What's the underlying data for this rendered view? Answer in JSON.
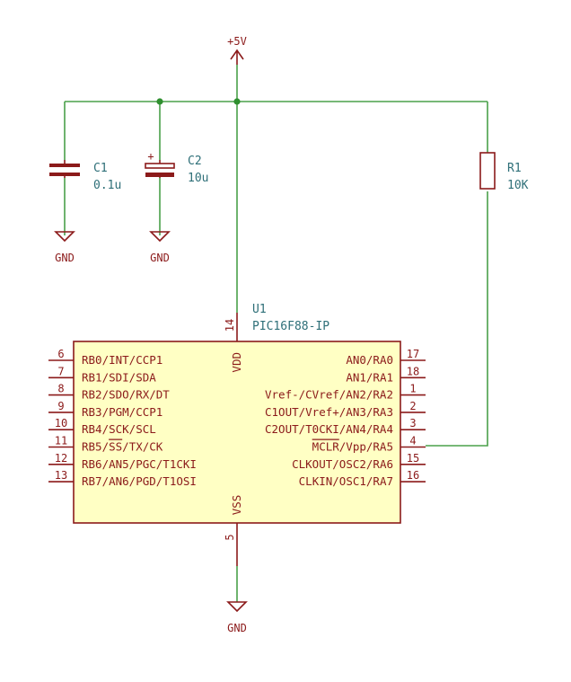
{
  "power": {
    "vcc": "+5V",
    "gnd_c1": "GND",
    "gnd_c2": "GND",
    "gnd_u1": "GND"
  },
  "c1": {
    "ref": "C1",
    "value": "0.1u"
  },
  "c2": {
    "ref": "C2",
    "value": "10u",
    "polarity": "+"
  },
  "r1": {
    "ref": "R1",
    "value": "10K"
  },
  "u1": {
    "ref": "U1",
    "value": "PIC16F88-IP",
    "top_pin": {
      "name": "VDD",
      "number": "14"
    },
    "bottom_pin": {
      "name": "VSS",
      "number": "5"
    },
    "left_pins": [
      {
        "number": "6",
        "name": "RB0/INT/CCP1"
      },
      {
        "number": "7",
        "name": "RB1/SDI/SDA"
      },
      {
        "number": "8",
        "name": "RB2/SDO/RX/DT"
      },
      {
        "number": "9",
        "name": "RB3/PGM/CCP1"
      },
      {
        "number": "10",
        "name": "RB4/SCK/SCL"
      },
      {
        "number": "11",
        "name": "RB5/SS/TX/CK"
      },
      {
        "number": "12",
        "name": "RB6/AN5/PGC/T1CKI"
      },
      {
        "number": "13",
        "name": "RB7/AN6/PGD/T1OSI"
      }
    ],
    "right_pins": [
      {
        "number": "17",
        "name": "AN0/RA0"
      },
      {
        "number": "18",
        "name": "AN1/RA1"
      },
      {
        "number": "1",
        "name": "Vref-/CVref/AN2/RA2"
      },
      {
        "number": "2",
        "name": "C1OUT/Vref+/AN3/RA3"
      },
      {
        "number": "3",
        "name": "C2OUT/T0CKI/AN4/RA4"
      },
      {
        "number": "4",
        "name": "MCLR/Vpp/RA5"
      },
      {
        "number": "15",
        "name": "CLKOUT/OSC2/RA6"
      },
      {
        "number": "16",
        "name": "CLKIN/OSC1/RA7"
      }
    ]
  }
}
